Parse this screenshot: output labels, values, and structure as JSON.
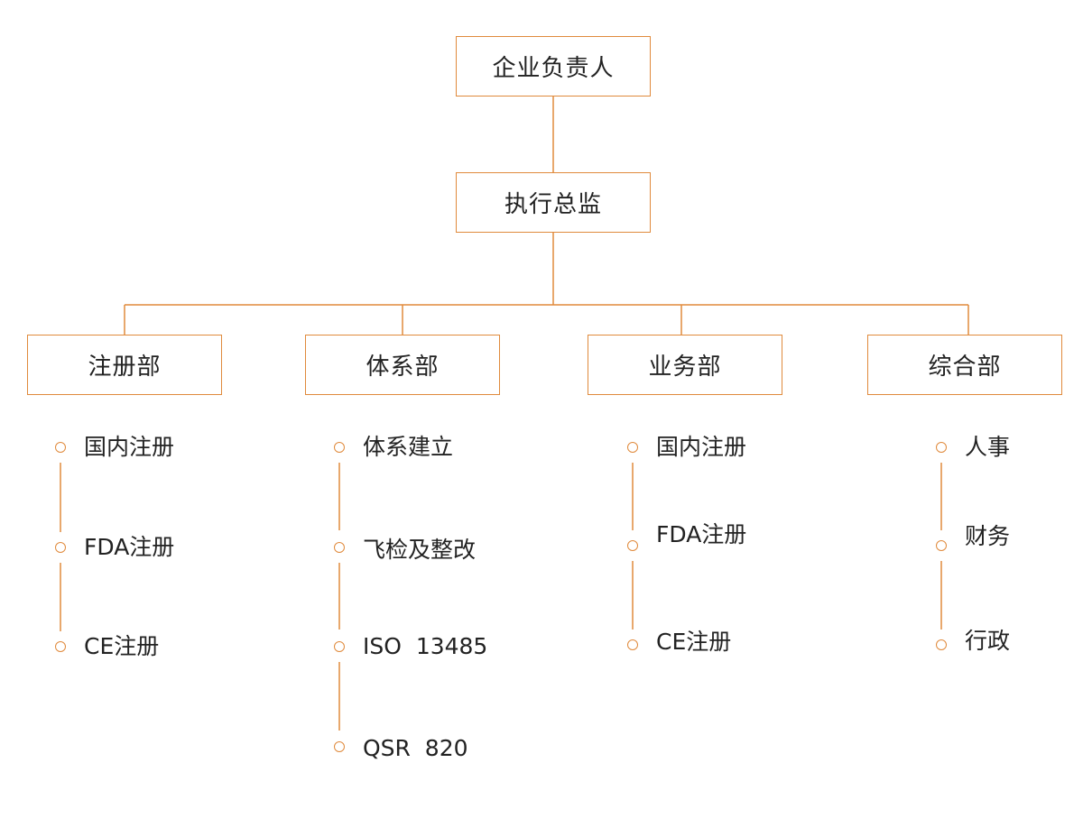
{
  "accent_color": "#e08a3c",
  "root": {
    "label": "企业负责人"
  },
  "director": {
    "label": "执行总监"
  },
  "departments": [
    {
      "label": "注册部",
      "items": [
        "国内注册",
        "FDA注册",
        "CE注册"
      ]
    },
    {
      "label": "体系部",
      "items": [
        "体系建立",
        "飞检及整改",
        "ISO  13485",
        "QSR  820"
      ]
    },
    {
      "label": "业务部",
      "items": [
        "国内注册",
        "FDA注册",
        "CE注册"
      ]
    },
    {
      "label": "综合部",
      "items": [
        "人事",
        "财务",
        "行政"
      ]
    }
  ]
}
